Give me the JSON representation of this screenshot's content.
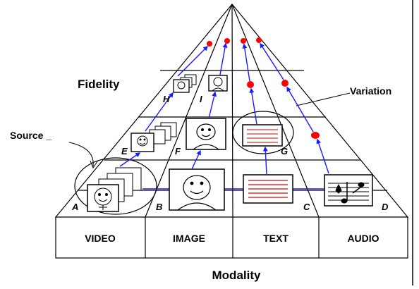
{
  "diagram": {
    "labels": {
      "fidelity": "Fidelity",
      "variation": "Variation",
      "source": "Source _",
      "modality": "Modality"
    },
    "modalities": [
      "VIDEO",
      "IMAGE",
      "TEXT",
      "AUDIO"
    ],
    "item_letters": [
      "A",
      "B",
      "C",
      "D",
      "E",
      "F",
      "G",
      "H",
      "I"
    ],
    "colors": {
      "line": "#000000",
      "arrow": "#1a1aff",
      "dot": "#ff0000",
      "text_lines": "#e03030"
    }
  }
}
